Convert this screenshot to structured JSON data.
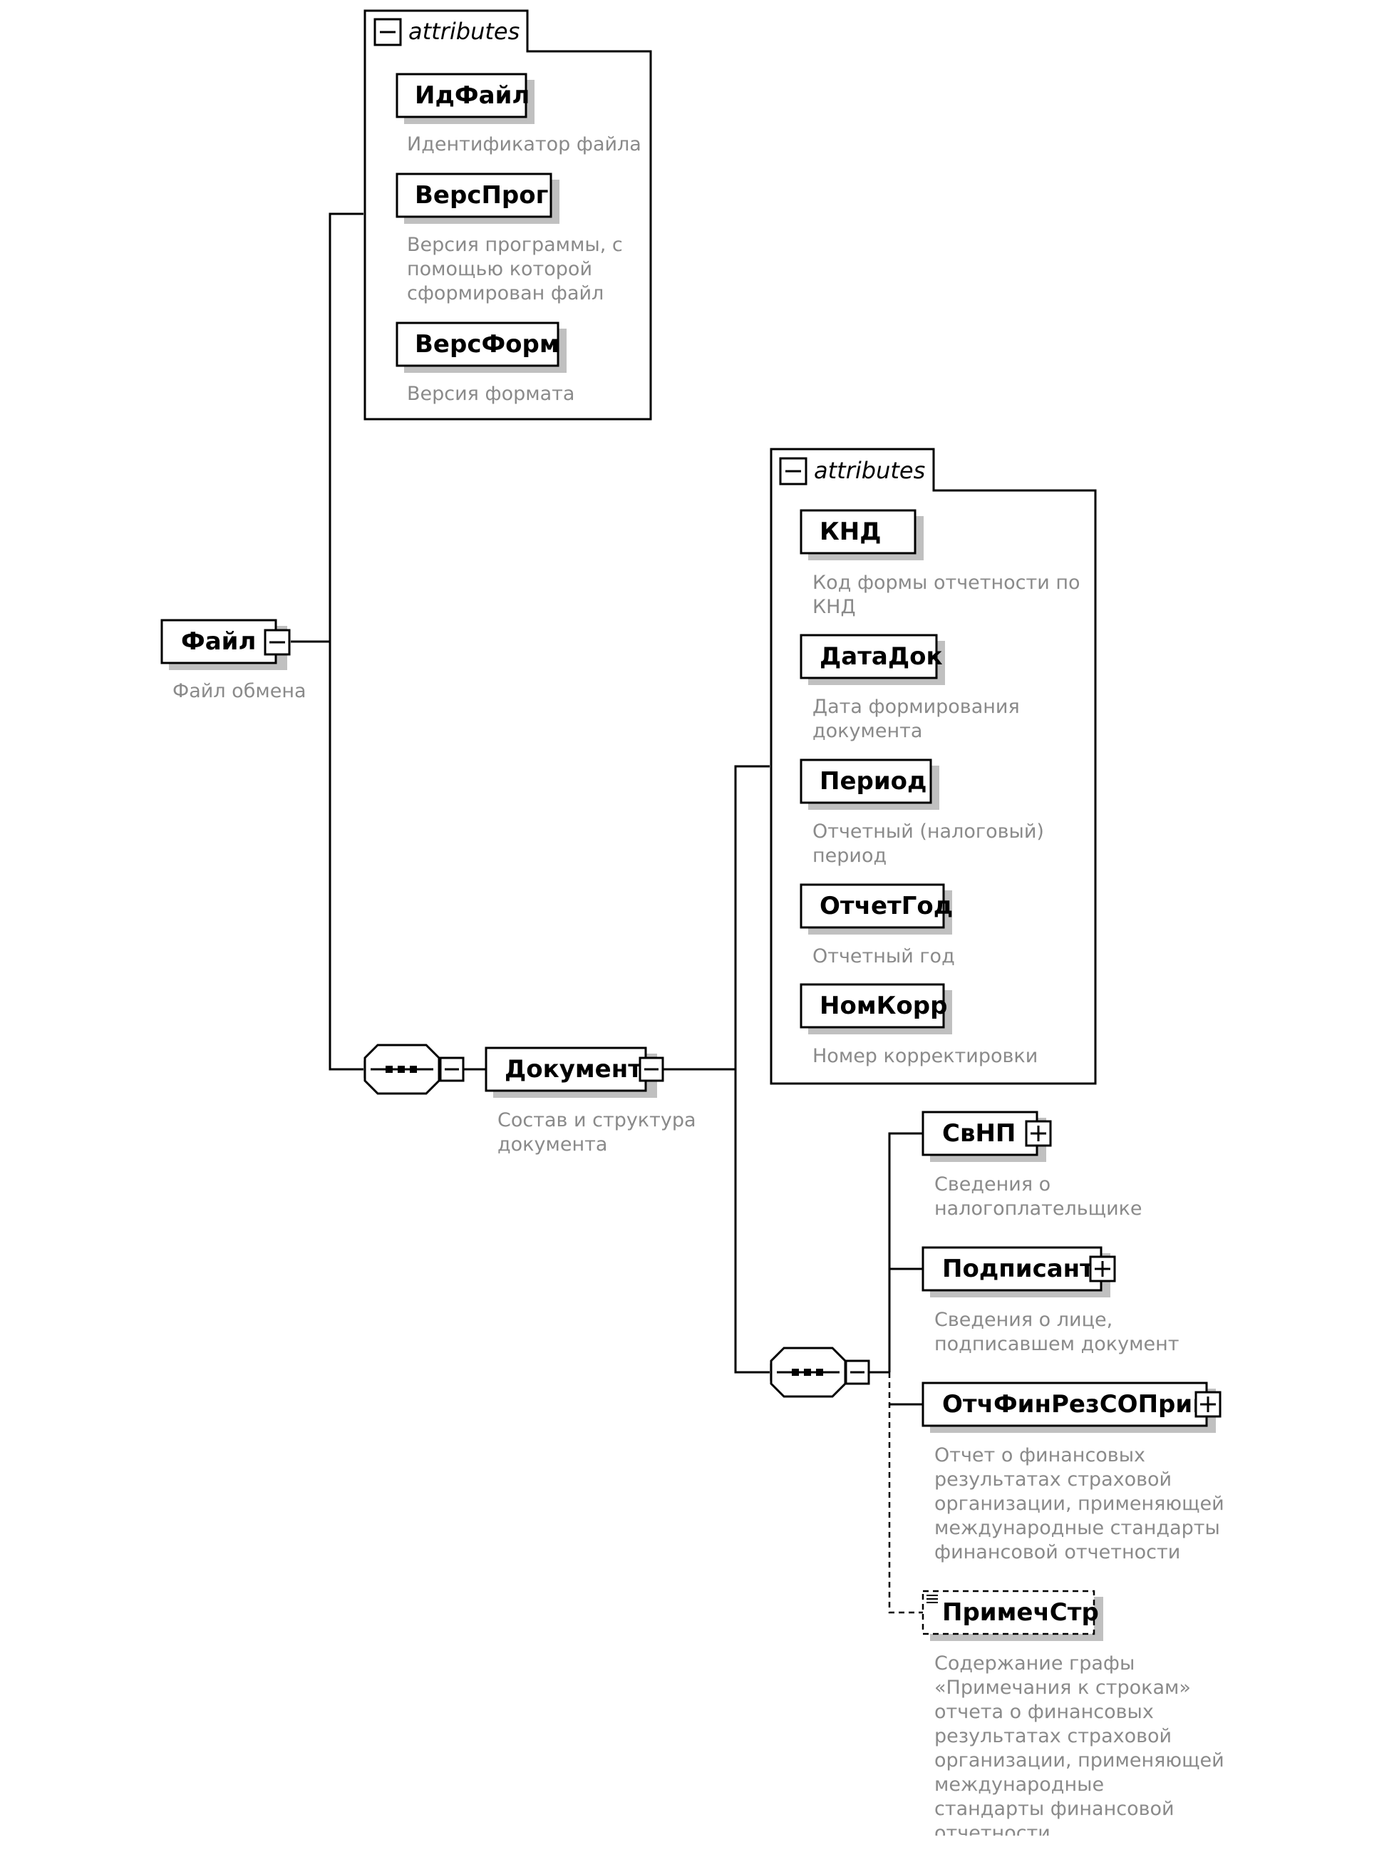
{
  "colors": {
    "line": "#000000",
    "box_fill": "#ffffff",
    "shadow": "#c0c0c0",
    "description": "#8a8a8a"
  },
  "root": {
    "name": "Файл",
    "description": [
      "Файл обмена"
    ],
    "attributes_label": "attributes",
    "attributes": [
      {
        "name": "ИдФайл",
        "description": [
          "Идентификатор файла"
        ]
      },
      {
        "name": "ВерсПрог",
        "description": [
          "Версия программы, с",
          "помощью которой",
          "сформирован файл"
        ]
      },
      {
        "name": "ВерсФорм",
        "description": [
          "Версия формата"
        ]
      }
    ]
  },
  "document": {
    "name": "Документ",
    "description": [
      "Состав и структура",
      "документа"
    ],
    "attributes_label": "attributes",
    "attributes": [
      {
        "name": "КНД",
        "description": [
          "Код формы отчетности по",
          "КНД"
        ]
      },
      {
        "name": "ДатаДок",
        "description": [
          "Дата формирования",
          "документа"
        ]
      },
      {
        "name": "Период",
        "description": [
          "Отчетный (налоговый)",
          "период"
        ]
      },
      {
        "name": "ОтчетГод",
        "description": [
          "Отчетный год"
        ]
      },
      {
        "name": "НомКорр",
        "description": [
          "Номер корректировки"
        ]
      }
    ],
    "children": [
      {
        "name": "СвНП",
        "description": [
          "Сведения о",
          "налогоплательщике"
        ]
      },
      {
        "name": "Подписант",
        "description": [
          "Сведения о лице,",
          "подписавшем документ"
        ]
      },
      {
        "name": "ОтчФинРезСОПрим",
        "description": [
          "Отчет о финансовых",
          "результатах страховой",
          "организации, применяющей",
          "международные стандарты",
          "финансовой отчетности"
        ]
      },
      {
        "name": "ПримечСтр",
        "description": [
          "Содержание графы",
          "«Примечания к строкам»",
          "отчета о финансовых",
          "результатах страховой",
          "организации, применяющей",
          "международные",
          "стандарты финансовой",
          "отчетности"
        ]
      }
    ]
  }
}
